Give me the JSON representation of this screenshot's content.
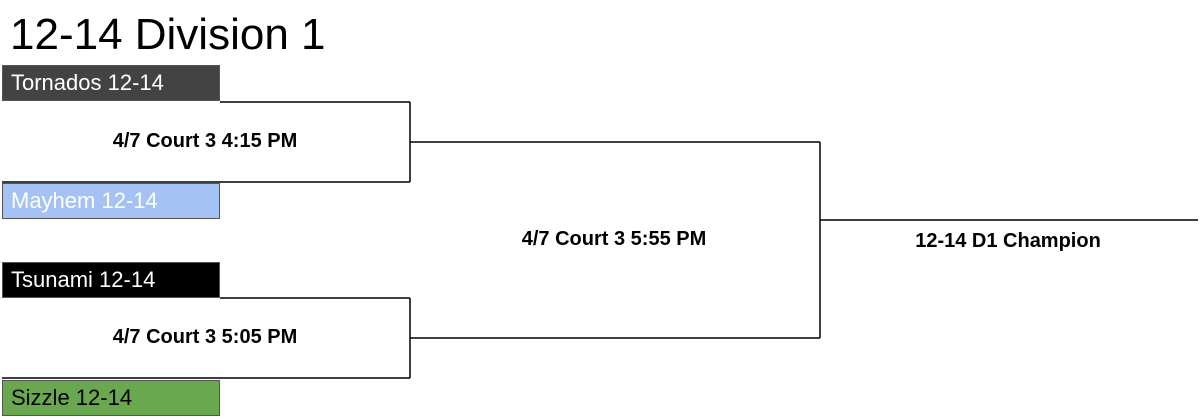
{
  "bracket": {
    "title": "12-14 Division 1",
    "teams": [
      {
        "name": "Tornados 12-14",
        "bg": "#434343",
        "fg": "#ffffff"
      },
      {
        "name": "Mayhem 12-14",
        "bg": "#a4c2f4",
        "fg": "#ffffff"
      },
      {
        "name": "Tsunami 12-14",
        "bg": "#000000",
        "fg": "#ffffff"
      },
      {
        "name": "Sizzle 12-14",
        "bg": "#6aa84f",
        "fg": "#000000"
      }
    ],
    "games": [
      {
        "label": "4/7 Court 3 4:15 PM"
      },
      {
        "label": "4/7 Court 3 5:05 PM"
      },
      {
        "label": "4/7 Court 3 5:55 PM"
      }
    ],
    "champion_label": "12-14 D1 Champion",
    "line_color": "#000000"
  }
}
